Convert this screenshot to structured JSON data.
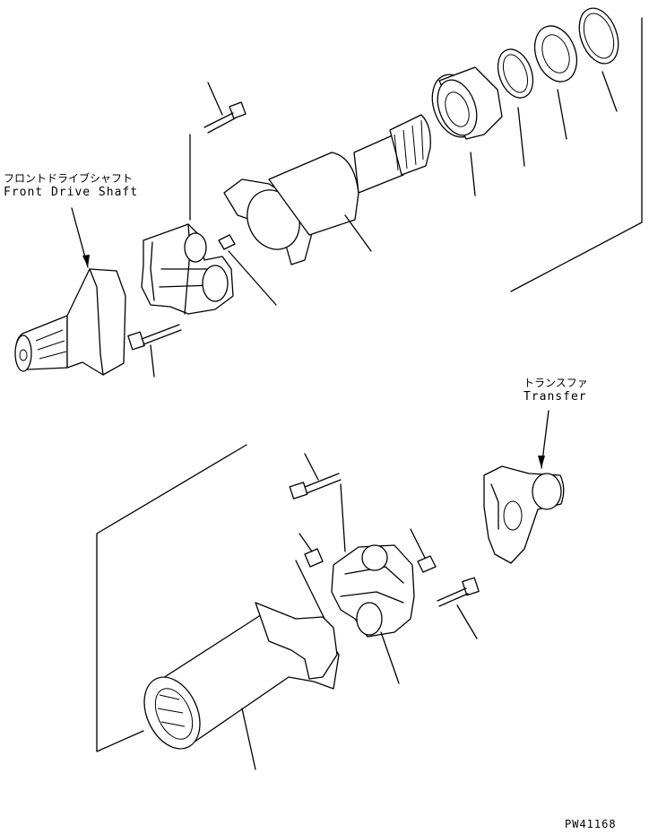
{
  "labels": {
    "front_drive_shaft_jp": "フロントドライブシャフト",
    "front_drive_shaft_en": "Front Drive Shaft",
    "transfer_jp": "トランスファ",
    "transfer_en": "Transfer",
    "figure_code": "PW41168"
  },
  "colors": {
    "line": "#000000",
    "background": "#ffffff"
  }
}
